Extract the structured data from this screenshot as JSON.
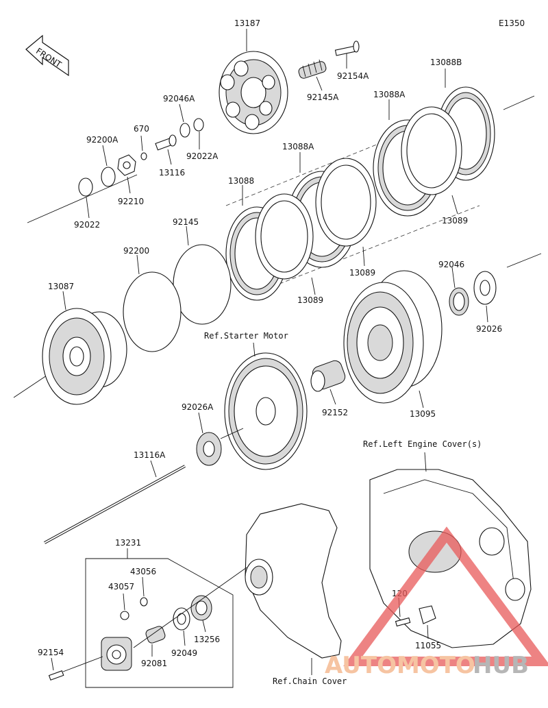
{
  "diagram_code": "E1350",
  "front_label": "FRONT",
  "parts": {
    "p13187": "13187",
    "p92154A": "92154A",
    "p92145A": "92145A",
    "p13088B": "13088B",
    "p13088A_top": "13088A",
    "p92046A": "92046A",
    "p670": "670",
    "p92200A": "92200A",
    "p92022A": "92022A",
    "p13116": "13116",
    "p13088A_mid": "13088A",
    "p92210": "92210",
    "p13088": "13088",
    "p92022": "92022",
    "p13089_right": "13089",
    "p92145": "92145",
    "p92200": "92200",
    "p13089_mid": "13089",
    "p92046": "92046",
    "p13087": "13087",
    "p13089_left": "13089",
    "p92026": "92026",
    "p92152": "92152",
    "p13095": "13095",
    "p92026A": "92026A",
    "p13116A": "13116A",
    "p13231": "13231",
    "p43056": "43056",
    "p43057": "43057",
    "p120": "120",
    "p11055": "11055",
    "p92154": "92154",
    "p13256": "13256",
    "p92049": "92049",
    "p92081": "92081"
  },
  "refs": {
    "starter_motor": "Ref.Starter Motor",
    "left_engine_cover": "Ref.Left Engine Cover(s)",
    "chain_cover": "Ref.Chain Cover"
  },
  "watermark": {
    "part1": "AUTOMOTO",
    "part2": "HUB",
    "color1": "#f4b183",
    "color2": "#9e9e9e",
    "triangle_color": "#e85a5a"
  }
}
